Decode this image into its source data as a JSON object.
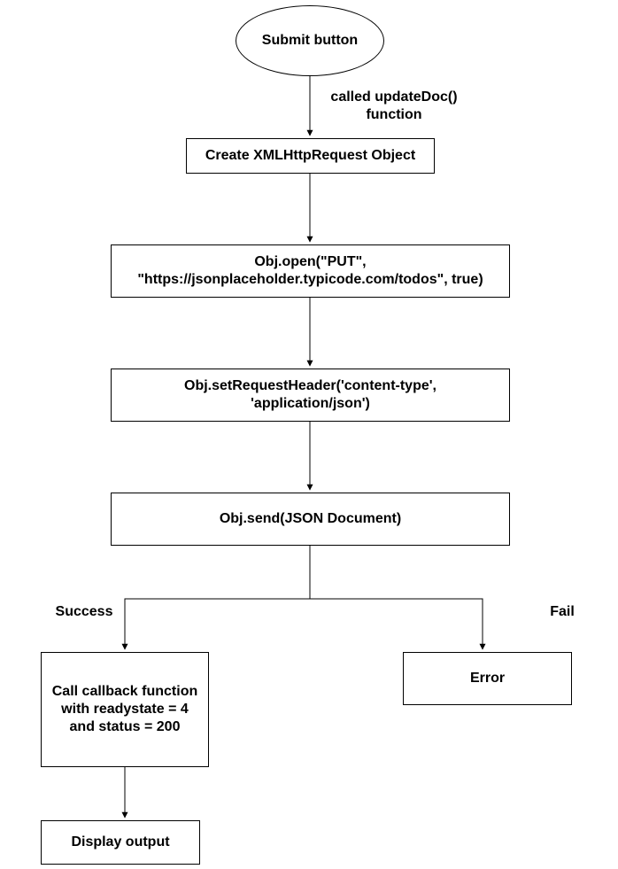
{
  "nodes": {
    "submit": "Submit button",
    "create_xhr": "Create XMLHttpRequest Object",
    "open_line1": "Obj.open(\"PUT\",",
    "open_line2": "\"https://jsonplaceholder.typicode.com/todos\", true)",
    "header_line1": "Obj.setRequestHeader('content-type',",
    "header_line2": "'application/json')",
    "send": "Obj.send(JSON Document)",
    "callback_line1": "Call callback function",
    "callback_line2": "with readystate = 4",
    "callback_line3": "and status = 200",
    "error": "Error",
    "display": "Display output"
  },
  "edge_labels": {
    "called_line1": "called updateDoc()",
    "called_line2": "function",
    "success": "Success",
    "fail": "Fail"
  },
  "colors": {
    "stroke": "#000000",
    "background": "#ffffff",
    "text": "#000000"
  }
}
